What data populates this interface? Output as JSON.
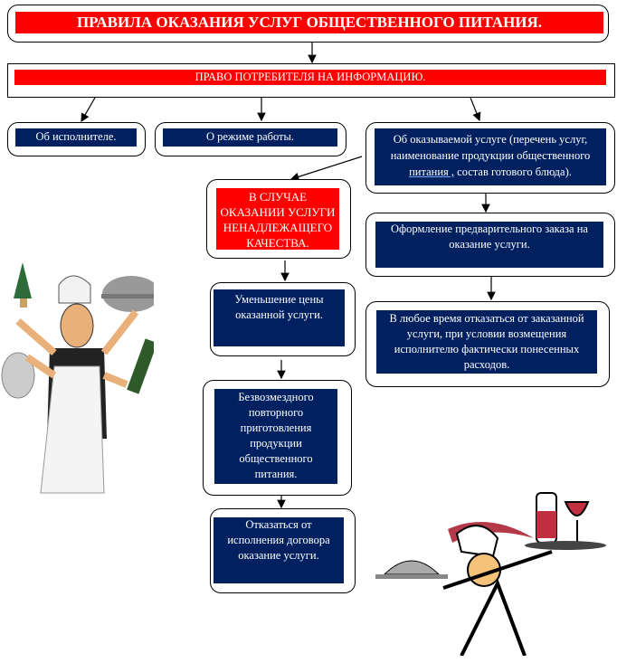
{
  "title": "ПРАВИЛА ОКАЗАНИЯ УСЛУГ ОБЩЕСТВЕННОГО ПИТАНИЯ.",
  "right": "ПРАВО ПОТРЕБИТЕЛЯ НА ИНФОРМАЦИЮ.",
  "info": {
    "executor": "Об исполнителе.",
    "hours": "О режиме работы.",
    "service_a": "Об оказываемой услуге (перечень услуг, наименование продукции общественного",
    "service_link": "питания ,",
    "service_b": " состав готового блюда)."
  },
  "improper": "В СЛУЧАЕ ОКАЗАНИИ УСЛУГИ НЕНАДЛЕЖАЩЕГО КАЧЕСТВА.",
  "remedies": [
    "Уменьшение цены оказанной услуги.",
    "Безвозмездного повторного приготовления продукции общественного питания.",
    "Отказаться от исполнения договора оказание услуги."
  ],
  "preorder": "Оформление предварительного заказа на оказание услуги.",
  "cancel": "В любое время отказаться от заказанной услуги, при условии возмещения исполнителю фактически понесенных расходов.",
  "colors": {
    "red": "#ff0000",
    "navy": "#002060"
  }
}
